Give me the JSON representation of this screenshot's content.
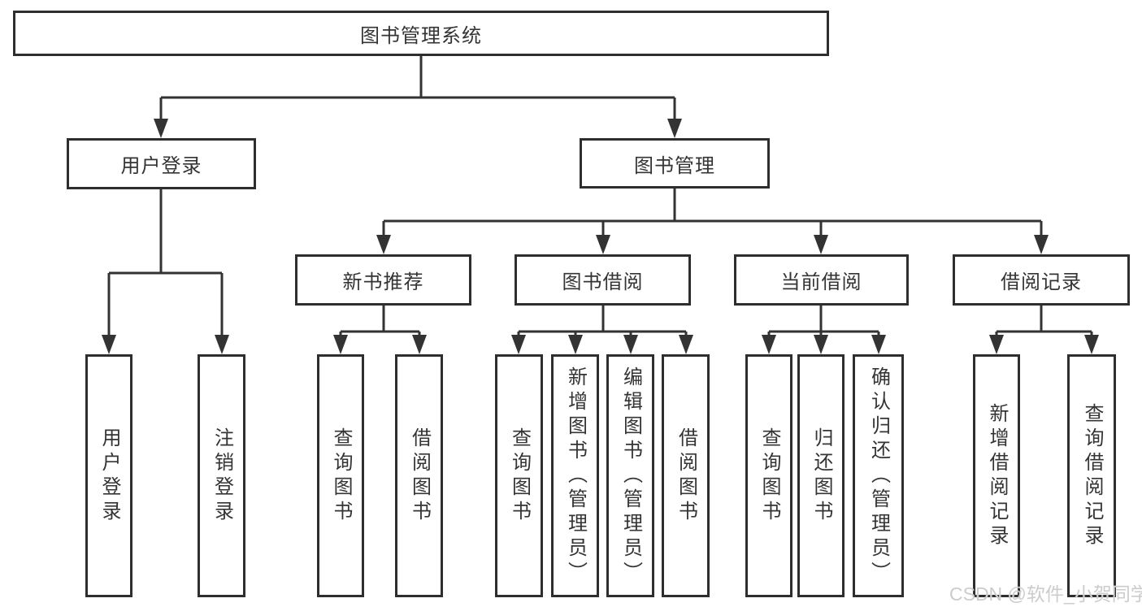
{
  "diagram": {
    "type": "org-tree",
    "tree": {
      "label": "图书管理系统",
      "children": [
        {
          "label": "用户登录",
          "children": [
            {
              "label": "用户登录"
            },
            {
              "label": "注销登录"
            }
          ]
        },
        {
          "label": "图书管理",
          "children": [
            {
              "label": "新书推荐",
              "children": [
                {
                  "label": "查询图书"
                },
                {
                  "label": "借阅图书"
                }
              ]
            },
            {
              "label": "图书借阅",
              "children": [
                {
                  "label": "查询图书"
                },
                {
                  "label": "新增图书（管理员）"
                },
                {
                  "label": "编辑图书（管理员）"
                },
                {
                  "label": "借阅图书"
                }
              ]
            },
            {
              "label": "当前借阅",
              "children": [
                {
                  "label": "查询图书"
                },
                {
                  "label": "归还图书"
                },
                {
                  "label": "确认归还（管理员）"
                }
              ]
            },
            {
              "label": "借阅记录",
              "children": [
                {
                  "label": "新增借阅记录"
                },
                {
                  "label": "查询借阅记录"
                }
              ]
            }
          ]
        }
      ]
    },
    "watermark": "CSDN @软件_小贺同学",
    "colors": {
      "background": "#ffffff",
      "line": "#333333",
      "box_border": "#2e2e2e",
      "text": "#343434",
      "watermark": "#cccccc"
    }
  }
}
